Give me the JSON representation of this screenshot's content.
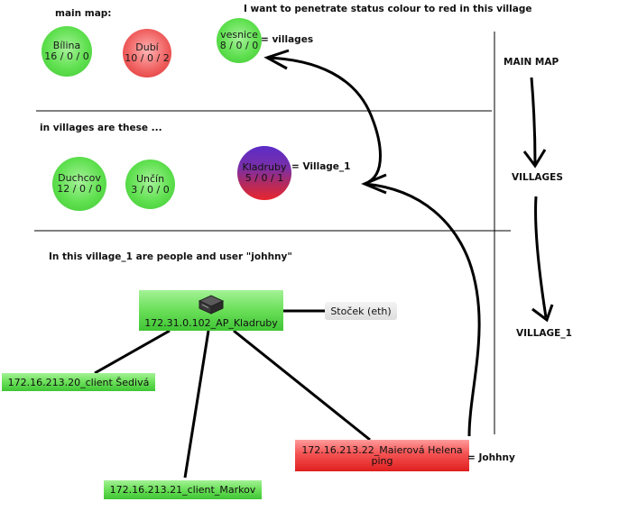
{
  "headings": {
    "main_map": "main map:",
    "villages": "in villages are these ...",
    "village_1": "In this village_1 are people and user \"johhny\"",
    "request": "I want to penetrate status colour to red in this village"
  },
  "main_map_nodes": [
    {
      "name": "Bílina",
      "counts": "16 / 0 / 0"
    },
    {
      "name": "Dubí",
      "counts": "10 / 0 / 2"
    },
    {
      "name": "vesnice",
      "counts": "8 / 0 / 0"
    }
  ],
  "village_nodes": [
    {
      "name": "Duchcov",
      "counts": "12 / 0 / 0"
    },
    {
      "name": "Unčín",
      "counts": "3 / 0 / 0"
    },
    {
      "name": "Kladruby",
      "counts": "5 / 0 / 1"
    }
  ],
  "annotations": {
    "villages": "= villages",
    "village_1": "= Village_1",
    "johhny": "= Johhny"
  },
  "side_labels": {
    "main_map": "MAIN MAP",
    "villages": "VILLAGES",
    "village_1": "VILLAGE_1"
  },
  "network": {
    "ap": "172.31.0.102_AP_Kladruby",
    "stocek": "Stoček (eth)",
    "client_sediva": "172.16.213.20_client Šedivá",
    "client_markov": "172.16.213.21_client_Markov",
    "maierova_line1": "172.16.213.22_Maierová Helena",
    "maierova_line2": "ping"
  },
  "colors": {
    "ok_green": "#5fe04f",
    "problem_red": "#f06262",
    "mixed_purple": "#5b2cc8"
  },
  "icons": [
    "server-icon"
  ]
}
